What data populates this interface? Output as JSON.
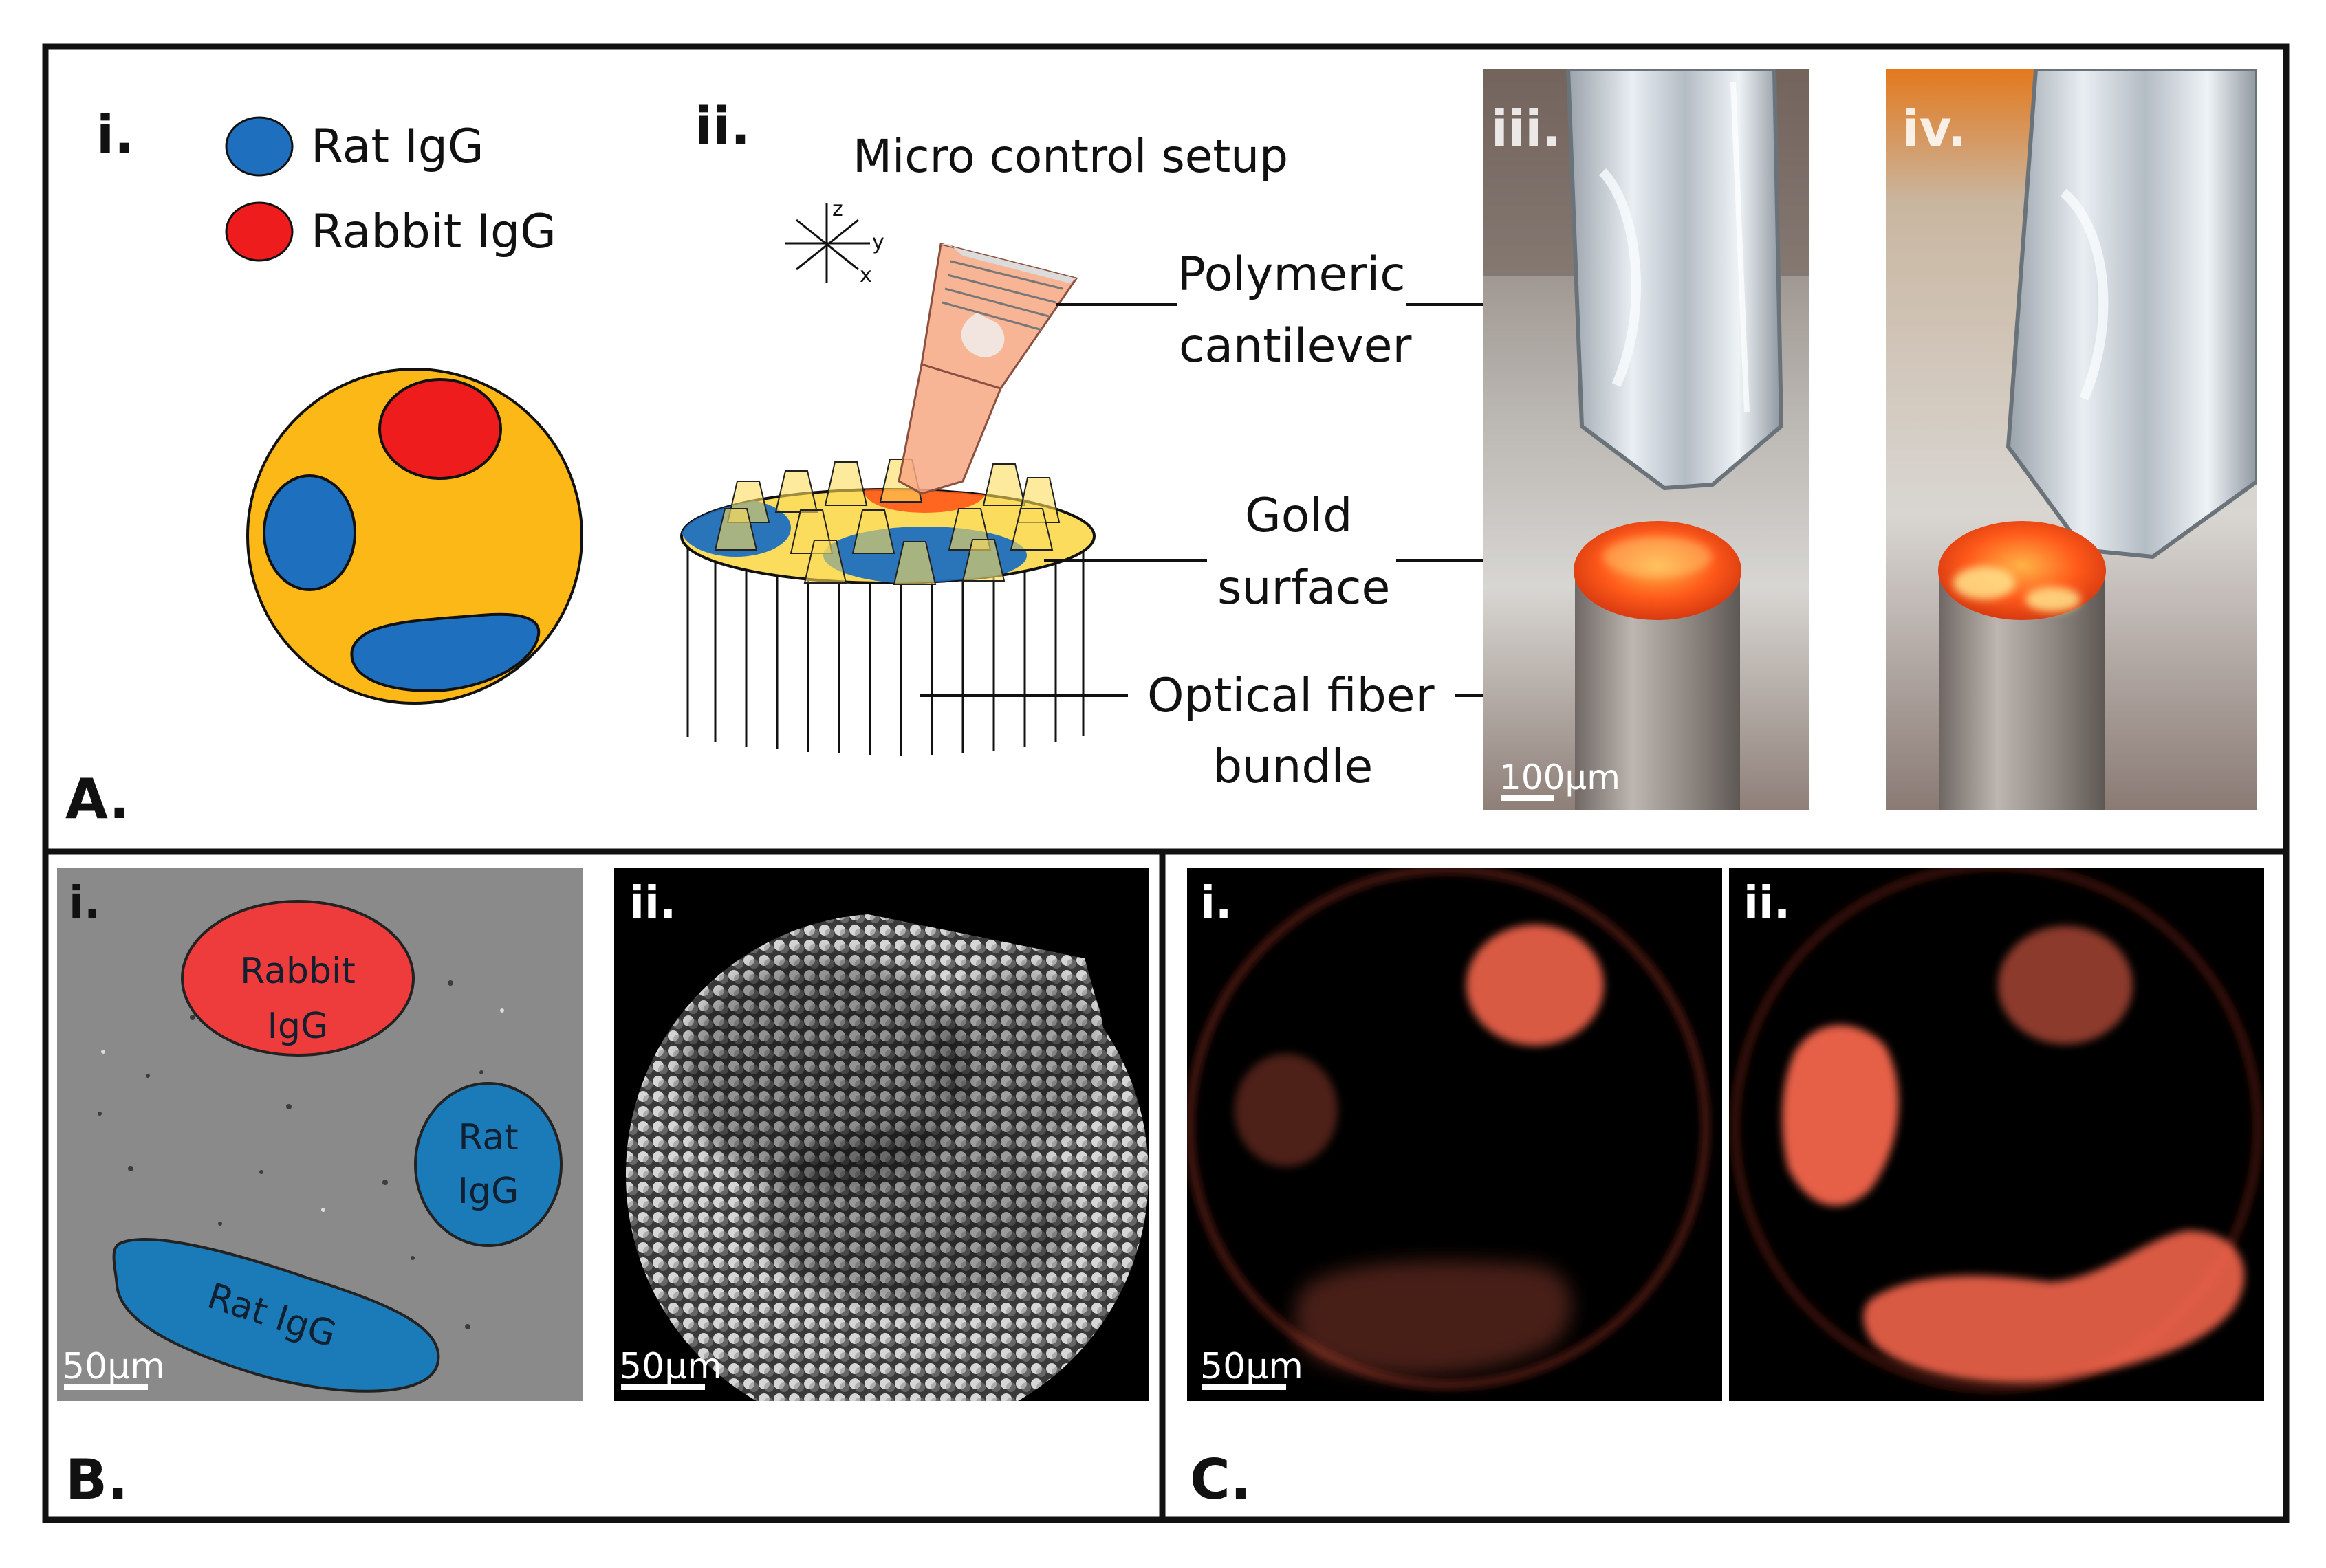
{
  "panel_a": {
    "label": "A.",
    "sub_i": "i.",
    "sub_ii": "ii.",
    "sub_iii": "iii.",
    "sub_iv": "iv.",
    "legend": [
      {
        "name": "Rat IgG",
        "color": "#1f6fbf"
      },
      {
        "name": "Rabbit IgG",
        "color": "#ee1c1c"
      }
    ],
    "setup_title": "Micro control setup",
    "axes": {
      "z": "z",
      "y": "y",
      "x": "x"
    },
    "callouts": {
      "cantilever_1": "Polymeric",
      "cantilever_2": "cantilever",
      "gold_1": "Gold",
      "gold_2": "surface",
      "fiber_1": "Optical fiber",
      "fiber_2": "bundle"
    },
    "scale_bar": "100μm",
    "surface_color": "#fbb817"
  },
  "panel_b": {
    "label": "B.",
    "sub_i": "i.",
    "sub_ii": "ii.",
    "spots": {
      "rabbit_1": "Rabbit",
      "rabbit_2": "IgG",
      "rat_1": "Rat",
      "rat_2": "IgG",
      "rat_long": "Rat IgG"
    },
    "scale_bar_i": "50μm",
    "scale_bar_ii": "50μm"
  },
  "panel_c": {
    "label": "C.",
    "sub_i": "i.",
    "sub_ii": "ii.",
    "scale_bar": "50μm",
    "fluor_color": "#ff6a50"
  }
}
